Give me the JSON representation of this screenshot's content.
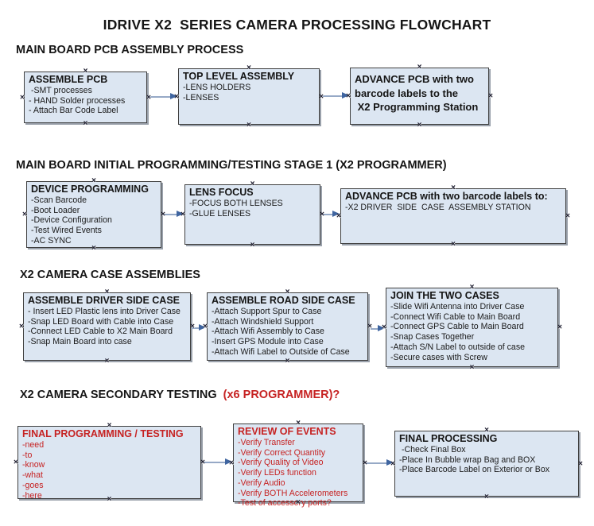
{
  "title": "IDRIVE X2  SERIES CAMERA PROCESSING FLOWCHART",
  "colors": {
    "box_fill": "#dce6f2",
    "box_border": "#3f3f3f",
    "box_shadow": "#9aa1ab",
    "arrow_line": "#96a9c6",
    "arrow_head": "#3f65a0",
    "red_text": "#c62222"
  },
  "handle_glyph": "×",
  "sections": [
    {
      "heading": "MAIN BOARD PCB ASSEMBLY PROCESS",
      "heading_red": "",
      "boxes": [
        {
          "title": "ASSEMBLE PCB",
          "items": [
            " -SMT processes",
            "- HAND Solder processes",
            "- Attach Bar Code Label"
          ]
        },
        {
          "title": "TOP LEVEL ASSEMBLY",
          "items": [
            "-LENS HOLDERS",
            "-LENSES"
          ]
        },
        {
          "title": "ADVANCE PCB with two barcode labels to the\n X2 Programming Station",
          "items": []
        }
      ]
    },
    {
      "heading": "MAIN BOARD INITIAL PROGRAMMING/TESTING STAGE 1 (X2 PROGRAMMER)",
      "heading_red": "",
      "boxes": [
        {
          "title": "DEVICE PROGRAMMING",
          "items": [
            "-Scan Barcode",
            "-Boot Loader",
            "-Device Configuration",
            "-Test Wired Events",
            "-AC SYNC"
          ]
        },
        {
          "title": "LENS FOCUS",
          "items": [
            "-FOCUS BOTH LENSES",
            "-GLUE LENSES"
          ]
        },
        {
          "title": "ADVANCE PCB with two barcode labels to:",
          "items": [
            "-X2 DRIVER  SIDE  CASE  ASSEMBLY STATION"
          ]
        }
      ]
    },
    {
      "heading": "X2 CAMERA CASE ASSEMBLIES",
      "heading_red": "",
      "boxes": [
        {
          "title": "ASSEMBLE DRIVER SIDE CASE",
          "items": [
            "- Insert LED Plastic lens into Driver Case",
            "-Snap LED Board with Cable into Case",
            "-Connect LED Cable to X2 Main Board",
            "-Snap Main Board into case"
          ]
        },
        {
          "title": "ASSEMBLE ROAD SIDE CASE",
          "items": [
            "-Attach Support Spur to Case",
            "-Attach Windshield Support",
            "-Attach Wifi Assembly to Case",
            "-Insert GPS Module into Case",
            "-Attach Wifi Label to Outside of Case"
          ]
        },
        {
          "title": "JOIN THE TWO CASES",
          "items": [
            "-Slide Wifi Antenna into Driver Case",
            "-Connect Wifi Cable to Main Board",
            "-Connect GPS Cable to Main Board",
            "-Snap Cases Together",
            "-Attach S/N Label to outside of case",
            "-Secure cases with Screw"
          ]
        }
      ]
    },
    {
      "heading": "X2 CAMERA SECONDARY TESTING ",
      "heading_red": " (x6 PROGRAMMER)?",
      "boxes": [
        {
          "title": "FINAL PROGRAMMING / TESTING",
          "text_color": "#c62222",
          "items": [
            "-need",
            "-to",
            "-know",
            "-what",
            "-goes",
            "-here"
          ]
        },
        {
          "title": "REVIEW OF EVENTS",
          "text_color": "#c62222",
          "items": [
            "-Verify Transfer",
            "-Verify Correct Quantity",
            "-Verify Quality of Video",
            "-Verify LEDs function",
            "-Verify Audio",
            "-Verify BOTH Accelerometers",
            "-Test of accessory ports?"
          ]
        },
        {
          "title": "FINAL PROCESSING",
          "items": [
            " -Check Final Box",
            "-Place In Bubble wrap Bag and BOX",
            "-Place Barcode Label on Exterior or Box"
          ]
        }
      ]
    }
  ]
}
